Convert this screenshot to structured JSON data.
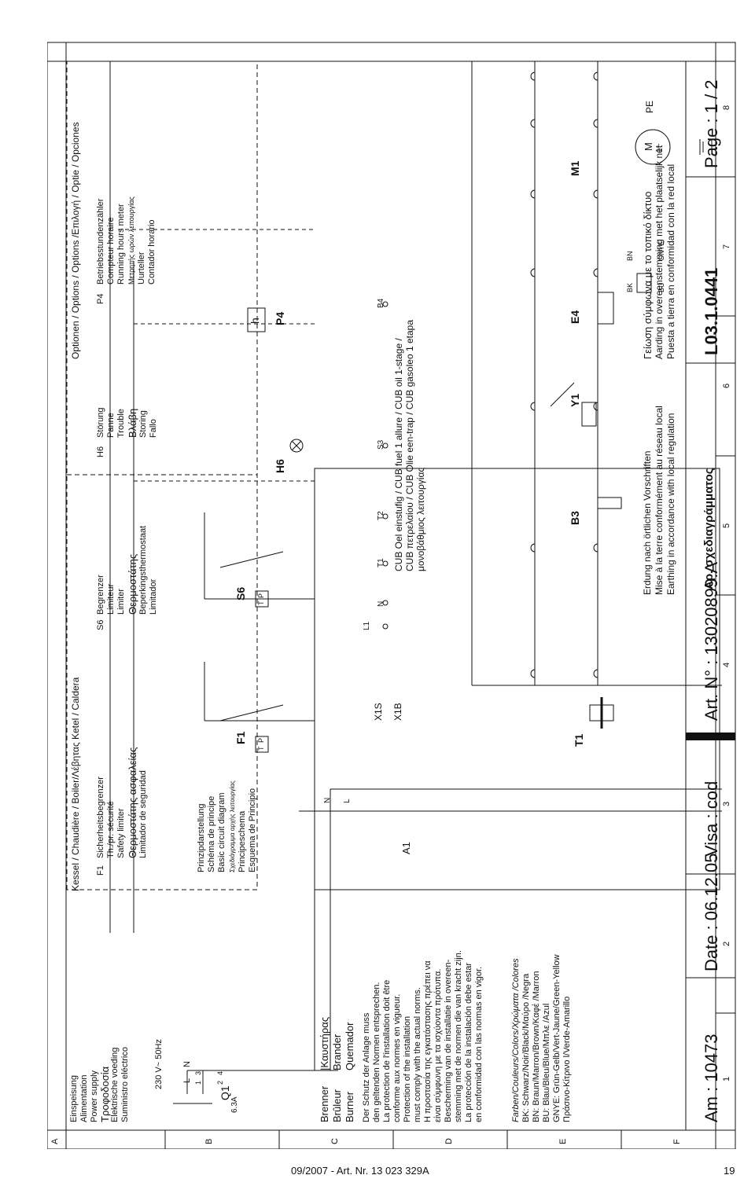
{
  "zones_letters": [
    "A",
    "B",
    "C",
    "D",
    "E",
    "F"
  ],
  "zones_numbers": [
    "1",
    "2",
    "3",
    "4",
    "5",
    "6",
    "7",
    "8"
  ],
  "supply": {
    "lines": [
      "Einspeisung",
      "Alimentation",
      "Power supply",
      "Τροφοδοσία",
      "Elektrische voeding",
      "Suministro eléctrico"
    ],
    "voltage": "230 V~ 50Hz",
    "l": "L",
    "n": "N",
    "q1": "Q1",
    "q1_rating": "6.3A",
    "q1_pins": [
      "1",
      "3",
      "2",
      "4"
    ]
  },
  "boiler_header": "Kessel / Chaudière / Boiler/Λέβητας    Ketel / Caldera",
  "options_header": "Optionen / Options / Options /Επιλογή / Optie / Opciones",
  "legend": {
    "f1_code": "F1",
    "f1_lines": [
      "Sicherheitsbegrenzer",
      "Th./pr. sécurité",
      "Safety limiter",
      "Θερμοστάτης ασφαλείας",
      "",
      "Limitador de seguridad"
    ],
    "s6_code": "S6",
    "s6_lines": [
      "Begrenzer",
      "Limiteur",
      "Limiter",
      "Θερμοστάτης",
      "Beperkingsthermostaat",
      "Limitador"
    ],
    "h6_code": "H6",
    "h6_lines": [
      "Störung",
      "Panne",
      "Trouble",
      "Βλάβη",
      "Storing",
      "Fallo"
    ],
    "p4_code": "P4",
    "p4_lines": [
      "Betriebsstundenzähler",
      "Compteur horaire",
      "Running hours meter",
      "Μετρητής ωρών λειτουργίας",
      "Uurteller",
      "Contador horario"
    ]
  },
  "principle": [
    "Prinzipdarstellung",
    "Schéma de principe",
    "Basic circuit diagram",
    "Σχεδιάγραμμα αρχής λειτουργίας",
    "Principeschema",
    "Esquema de Principio"
  ],
  "burner": {
    "labels": [
      "Brenner",
      "Brûleur",
      "Burner"
    ],
    "translations": [
      "|Καυστήρας",
      "Brander",
      "Quemador"
    ]
  },
  "notes": [
    "Der Schutz der Anlage muss",
    "den geltenden Normen entsprechen.",
    "La protection de l'installation doit être",
    "conforme aux normes en vigueur.",
    "Protection of the installation",
    "must comply with the actual norms.",
    "Η προστασία της εγκατάστασης πρέπει να",
    "είναι σύμφωνη με τα ισχύοντα πρότυπα.",
    "Bescherming van de installatie in overeen-",
    "stemming met de normen die van kracht zijn.",
    "La protección de la instalación debe estar",
    "en conformidad con las normas en vigor."
  ],
  "colors_title": "Farben/Couleurs/Colors/Χρώματα          /Colores",
  "colors": [
    "BK: Schwarz/Noir/Black/Μαύρο          /Negra",
    "BN: Braun/Marron/Brown/Καφέ          /Marron",
    "BU: Blau/Bleu/Blue/Μπλε          /Azul",
    "GNYE: Grün-Gelb/Vert-Jaune/Green-Yellow",
    "Πράσινο-Κίτρινο          l/Verde-Amarillo"
  ],
  "components": {
    "F1": "F1",
    "S6": "S6",
    "H6": "H6",
    "P4": "P4",
    "h": "h",
    "T": "T",
    "P": "P",
    "X1S": "X1S",
    "X1B": "X1B",
    "A1": "A1",
    "N": "N",
    "L": "L",
    "T1": "T1",
    "B3": "B3",
    "Y1": "Y1",
    "E4": "E4",
    "M1": "M1",
    "M": "M",
    "phase": "1~",
    "PE": "PE",
    "BK": "BK",
    "BN": "BN",
    "BU": "BU",
    "GNYE": "GNYE"
  },
  "terminals": [
    "L1",
    "N",
    "T1",
    "T2",
    "S3",
    "B4"
  ],
  "cub_lines": [
    "CUB Oel einstufig / CUB fuel 1 allure / CUB oil 1-stage /",
    "CUB πετρελαίου                  / CUB Olie een-trap / CUB gasoleo 1 etapa",
    "μονοβάθμιος λειτουργίας"
  ],
  "earthing_lines": [
    "Erdung nach örtlichen Vorschriften",
    "Mise à la terre conformément au réseau local",
    "Earthing in accordance with local regulation"
  ],
  "earthing_lines_right": [
    "Γείωση σύμφωνα με το τοπικό δίκτυο",
    "Aarding in overeenstemming met het plaatselijk net",
    "Puesta a tierra en conformidad con la red local"
  ],
  "titleblock": {
    "am": "Am :  10473",
    "date": "Date : 06.12.05",
    "visa": "Visa : cod",
    "art": "Art. N° :  13020899.A",
    "greek": "Αρ. σχεδιαγράμματος",
    "ref": "L03.1.0441",
    "page": "Page :  1   / 2"
  },
  "footer_left": "09/2007 - Art. Nr. 13 023 329A",
  "footer_page": "19"
}
